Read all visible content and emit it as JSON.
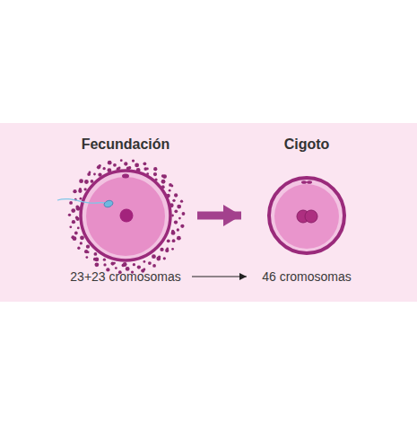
{
  "diagram": {
    "nodes": [
      {
        "text": [
          "Fecundación",
          "23+23 cromosomas"
        ]
      },
      {
        "text": [
          "Cigoto",
          "46 cromosomas"
        ]
      }
    ],
    "edges": [
      {
        "from": 0,
        "to": 1,
        "arrow": "to"
      },
      {
        "from": 0,
        "to": 1,
        "arrow": "to"
      }
    ]
  }
}
